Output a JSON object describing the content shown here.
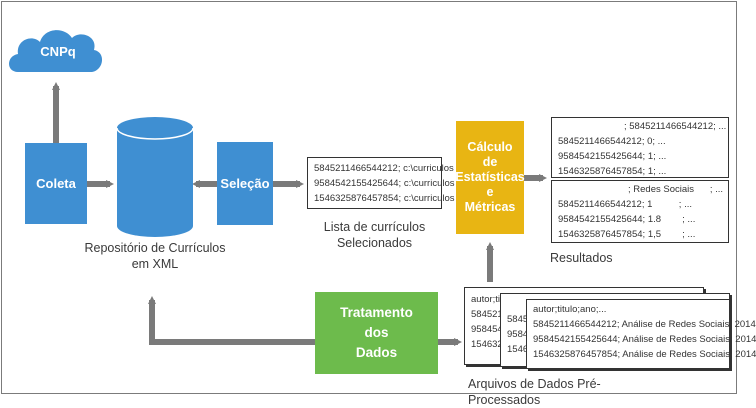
{
  "nodes": {
    "cloud": "CNPq",
    "coleta": "Coleta",
    "selecao": "Seleção",
    "tratamento": [
      "Tratamento",
      "dos",
      "Dados"
    ],
    "calculo": [
      "Cálculo",
      "de",
      "Estatísticas",
      "e",
      "Métricas"
    ]
  },
  "captions": {
    "repositorio": [
      "Repositório de Currículos",
      "em XML"
    ],
    "lista": [
      "Lista de currículos",
      "Selecionados"
    ],
    "resultados": "Resultados",
    "arquivos": "Arquivos de Dados Pré-Processados"
  },
  "lista_rows": [
    "5845211466544212; c:\\curriculos",
    "9584542155425644; c:\\curriculos",
    "1546325876457854; c:\\curriculos"
  ],
  "results_top": [
    "; 5845211466544212; ...",
    "5845211466544212; 0; ...",
    "9584542155425644; 1; ...",
    "1546325876457854; 1; ..."
  ],
  "results_bottom": {
    "header": "; Redes Sociais      ; ...",
    "rows": [
      "5845211466544212; 1          ; ...",
      "9584542155425644; 1.8        ; ...",
      "1546325876457854; 1,5        ; ..."
    ]
  },
  "files": {
    "back1": [
      "autor;titulo",
      "584521",
      "958454",
      "154632"
    ],
    "back2": [
      "",
      "5845",
      "9584",
      "1546"
    ],
    "front": [
      "autor;titulo;ano;...",
      "5845211466544212; Análise de Redes Sociais; 2014",
      "9584542155425644; Análise de Redes Sociais; 2014",
      "1546325876457854; Análise de Redes Sociais; 2014"
    ]
  },
  "colors": {
    "blue": "#3f8fd2",
    "green": "#6dbb4c",
    "yellow": "#e8b513",
    "arrow": "#7a7a7a"
  }
}
